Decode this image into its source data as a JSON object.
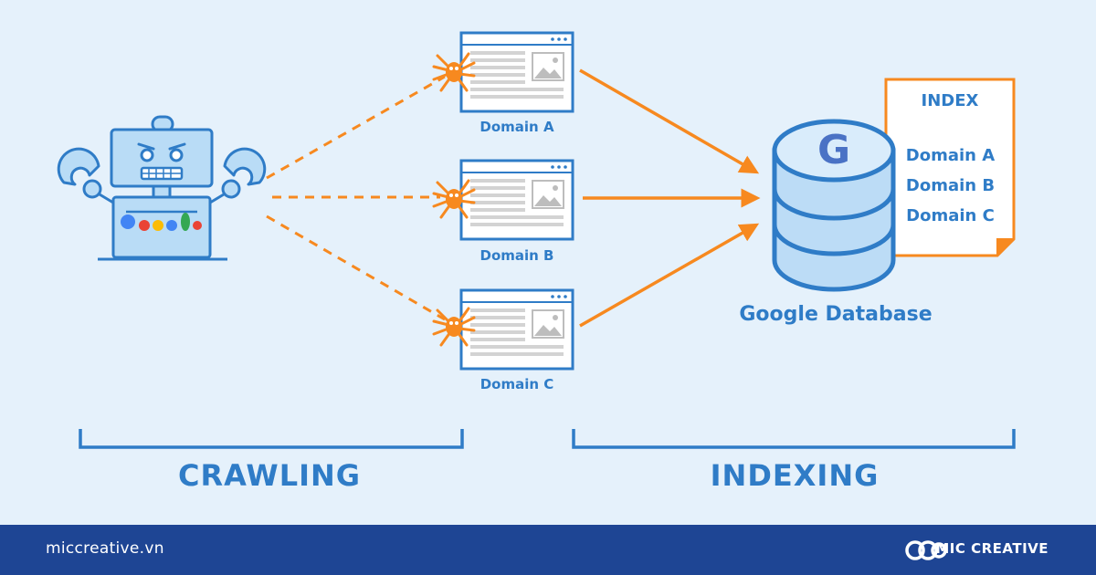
{
  "pages": [
    {
      "label": "Domain A"
    },
    {
      "label": "Domain B"
    },
    {
      "label": "Domain C"
    }
  ],
  "database": {
    "letter": "G",
    "label": "Google Database"
  },
  "index_card": {
    "title": "INDEX",
    "items": [
      "Domain A",
      "Domain B",
      "Domain C"
    ]
  },
  "stages": {
    "crawling": "CRAWLING",
    "indexing": "INDEXING"
  },
  "footer": {
    "url": "miccreative.vn",
    "brand": "MIC CREATIVE"
  },
  "colors": {
    "background": "#e5f1fb",
    "accent_blue": "#2f7cc7",
    "arrow_orange": "#f7891f",
    "footer_bg": "#1e4594",
    "google_blue": "#4285f4",
    "google_red": "#ea4335",
    "google_yellow": "#fbbc05",
    "google_green": "#34a853"
  },
  "icons": [
    "robot-icon",
    "spider-icon",
    "webpage-icon",
    "database-icon",
    "document-icon",
    "mic-creative-logo-icon"
  ]
}
